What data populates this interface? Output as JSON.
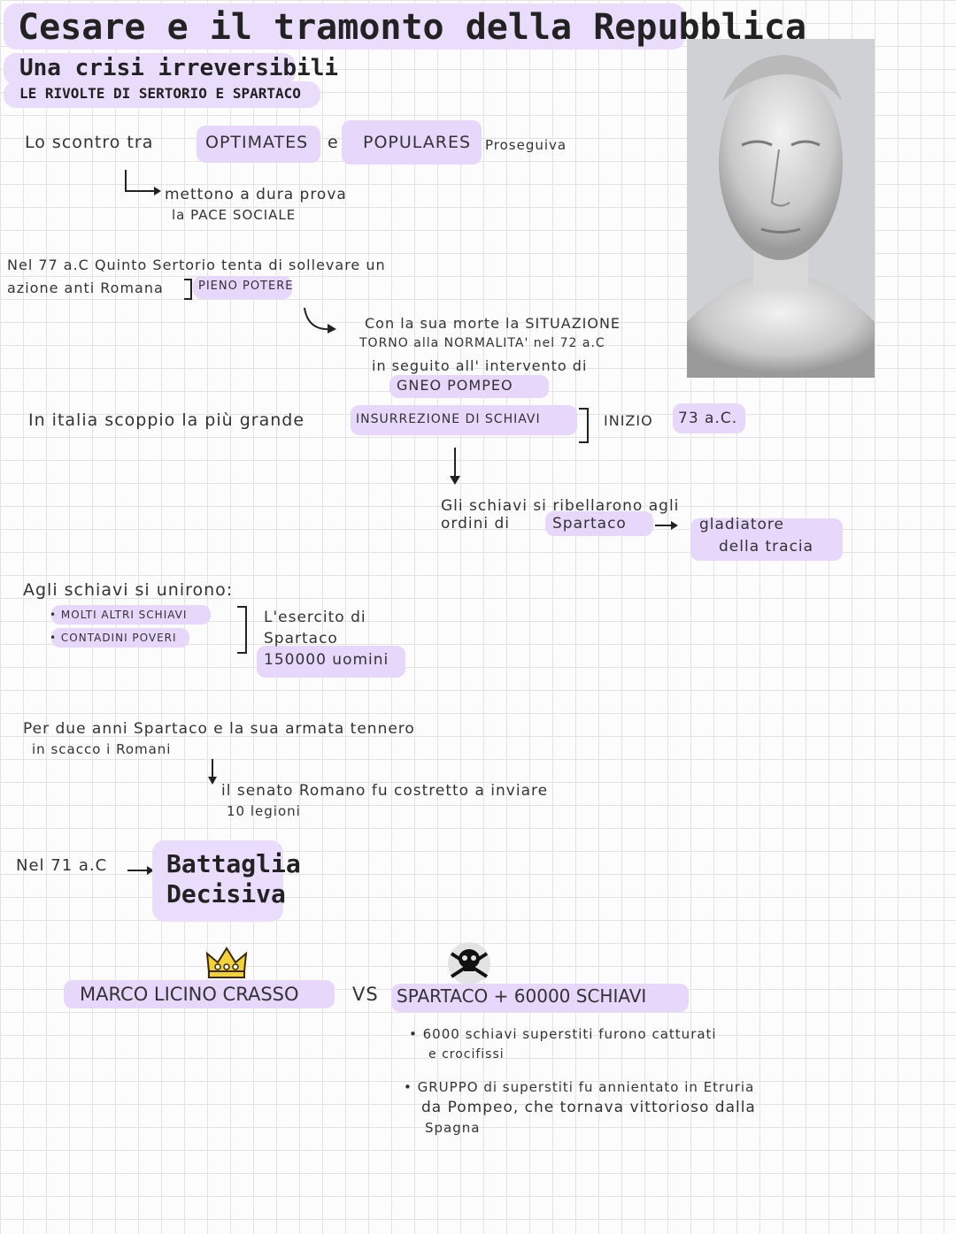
{
  "header": {
    "title": "Cesare e il tramonto della Repubblica",
    "subtitle": "Una crisi irreversibili",
    "section": "LE RIVOLTE DI SERTORIO E SPARTACO"
  },
  "block1": {
    "line_a": "Lo scontro tra",
    "optimates": "OPTIMATES",
    "e": "e",
    "populares": "POPULARES",
    "proseguiva": "Proseguiva",
    "result_1": "mettono a dura prova",
    "result_2": "la PACE SOCIALE"
  },
  "block2": {
    "line_1": "Nel 77 a.C Quinto Sertorio tenta di sollevare un",
    "line_2": "azione anti Romana",
    "pieno_potere": "PIENO POTERE",
    "death_1": "Con la sua morte la SITUAZIONE",
    "death_2": "TORNO alla NORMALITA' nel 72 a.C",
    "death_3": "in seguito all' intervento di",
    "death_4": "GNEO POMPEO"
  },
  "block3": {
    "line": "In italia scoppio la più grande",
    "insurrezione": "INSURREZIONE DI SCHIAVI",
    "inizio": "INIZIO",
    "year": "73 a.C.",
    "schiavi_1": "Gli schiavi si ribellarono agli",
    "schiavi_2": "ordini di",
    "spartaco": "Spartaco",
    "gladiatore_1": "gladiatore",
    "gladiatore_2": "della tracia"
  },
  "block4": {
    "heading": "Agli schiavi si unirono:",
    "bullet_1": "MOLTI ALTRI SCHIAVI",
    "bullet_2": "CONTADINI POVERI",
    "army_1": "L'esercito di",
    "army_2": "Spartaco",
    "army_3": "150000 uomini"
  },
  "block5": {
    "line_1": "Per due anni Spartaco e la sua armata tennero",
    "line_2": "in scacco i Romani",
    "senate_1": "il senato Romano fu costretto a inviare",
    "senate_2": "10 legioni"
  },
  "block6": {
    "year": "Nel 71 a.C",
    "battle_1": "Battaglia",
    "battle_2": "Decisiva",
    "crasso": "MARCO LICINO CRASSO",
    "vs": "VS",
    "spartaco": "SPARTACO + 60000 SCHIAVI",
    "outcome_1a": "6000 schiavi superstiti furono catturati",
    "outcome_1b": "e crocifissi",
    "outcome_2a": "GRUPPO di superstiti fu annientato in Etruria",
    "outcome_2b": "da Pompeo, che tornava vittorioso dalla",
    "outcome_2c": "Spagna"
  },
  "icons": {
    "crown": "crown-icon",
    "skull": "skull-crossbones-icon",
    "bust": "caesar-bust-image"
  },
  "colors": {
    "highlight": "#e6d7fb",
    "grid": "#e3e3e3",
    "crown": "#f2d13a"
  }
}
